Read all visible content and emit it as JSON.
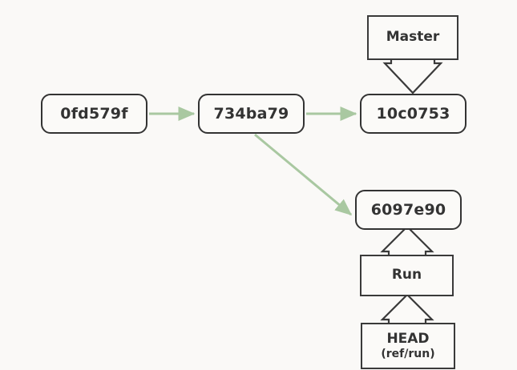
{
  "diagram": {
    "title": "git-commit-graph",
    "background_color": "#faf9f7",
    "node_border_color": "#333333",
    "node_fill_color": "#fbfaf8",
    "edge_color": "#a9c8a1",
    "text_color": "#333333",
    "commit_nodes": [
      {
        "id": "0fd579f",
        "label": "0fd579f",
        "shape": "rounded-rect"
      },
      {
        "id": "734ba79",
        "label": "734ba79",
        "shape": "rounded-rect"
      },
      {
        "id": "10c0753",
        "label": "10c0753",
        "shape": "rounded-rect"
      },
      {
        "id": "6097e90",
        "label": "6097e90",
        "shape": "rounded-rect"
      }
    ],
    "ref_nodes": [
      {
        "id": "master",
        "label": "Master",
        "sublabel": "",
        "shape": "rect-with-arrow-tab",
        "arrow_direction": "down"
      },
      {
        "id": "run",
        "label": "Run",
        "sublabel": "",
        "shape": "rect-with-arrow-tab",
        "arrow_direction": "up"
      },
      {
        "id": "head",
        "label": "HEAD",
        "sublabel": "(ref/run)",
        "shape": "rect-with-arrow-tab",
        "arrow_direction": "up"
      }
    ],
    "edges": [
      {
        "from": "0fd579f",
        "to": "734ba79",
        "style": "straight-arrow"
      },
      {
        "from": "734ba79",
        "to": "10c0753",
        "style": "straight-arrow"
      },
      {
        "from": "734ba79",
        "to": "6097e90",
        "style": "diagonal-arrow"
      }
    ],
    "pointers": [
      {
        "from": "master",
        "to": "10c0753",
        "style": "block-arrow-down"
      },
      {
        "from": "run",
        "to": "6097e90",
        "style": "block-arrow-up"
      },
      {
        "from": "head",
        "to": "run",
        "style": "block-arrow-up"
      }
    ]
  }
}
